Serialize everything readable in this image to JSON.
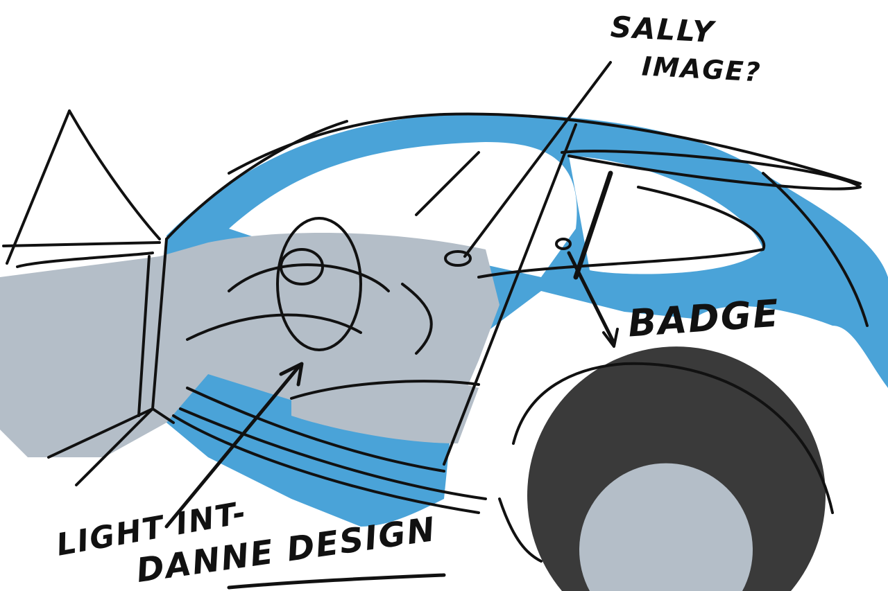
{
  "annotations": {
    "sally_line1": "SALLY",
    "sally_line2": "IMAGE?",
    "badge": "BADGE",
    "light_int": "LIGHT INT-",
    "danne_design": "DANNE DESIGN"
  },
  "colors": {
    "body_blue": "#4aa3d8",
    "interior_grey": "#b4bec8",
    "tire_dark": "#3a3a3a",
    "ink": "#111111"
  }
}
